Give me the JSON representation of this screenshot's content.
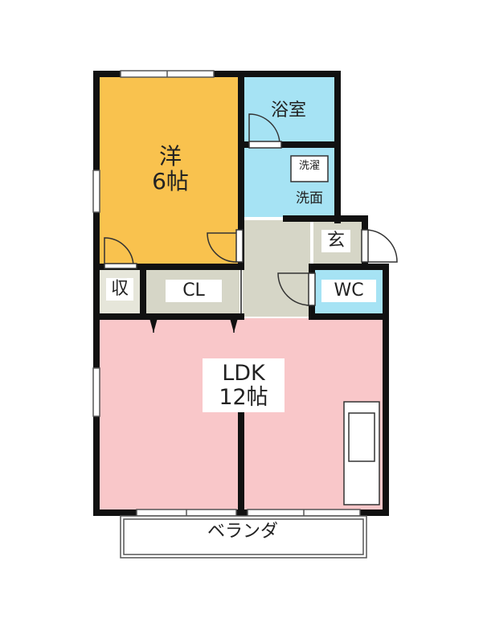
{
  "rooms": {
    "western": {
      "name": "洋",
      "size": "6帖"
    },
    "bath": {
      "name": "浴室"
    },
    "washer": {
      "name": "洗濯"
    },
    "washroom": {
      "name": "洗面"
    },
    "entrance": {
      "name": "玄"
    },
    "storage": {
      "name": "収"
    },
    "closet": {
      "name": "CL"
    },
    "wc": {
      "name": "WC"
    },
    "ldk": {
      "name": "LDK",
      "size": "12帖"
    },
    "veranda": {
      "name": "ベランダ"
    }
  },
  "colors": {
    "western": "#F9C24E",
    "bath": "#A6E3F4",
    "ldk": "#F9C7C9",
    "hall": "#D6D6C7",
    "storage": "#E6E6DA",
    "wall": "#111111"
  }
}
